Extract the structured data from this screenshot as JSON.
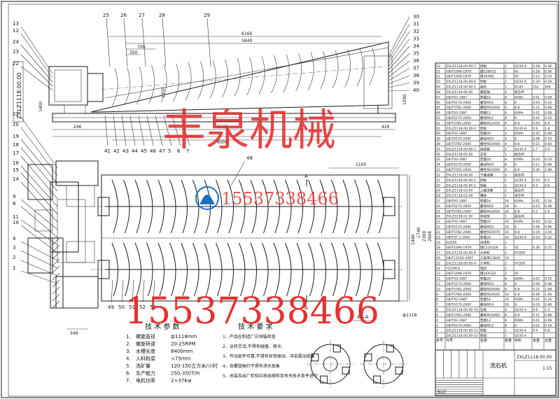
{
  "drawing_number": "ZXLZ1118.00.00",
  "watermark": {
    "company": "丰泉机械",
    "phone": "15537338466",
    "phone_large": "15537338466"
  },
  "elevation_view": {
    "callouts_top": [
      "25",
      "26",
      "27",
      "28",
      "29"
    ],
    "callouts_left": [
      "13",
      "12",
      "24",
      "23",
      "22"
    ],
    "callouts_right": [
      "30",
      "31",
      "32",
      "33",
      "34",
      "35",
      "36",
      "37",
      "38",
      "39",
      "40"
    ],
    "callouts_bottom": [
      "41",
      "42",
      "43",
      "44",
      "45",
      "46",
      "47",
      "5",
      "6",
      "7"
    ],
    "dimensions": [
      "6166",
      "5840",
      "700",
      "350",
      "6148",
      "8006",
      "246",
      "429",
      "1590",
      "1400",
      "1350"
    ]
  },
  "plan_view": {
    "callouts_left": [
      "21",
      "20",
      "19",
      "18",
      "17",
      "16",
      "15",
      "14",
      "9",
      "8",
      "11",
      "10",
      "4",
      "3",
      "2",
      "1"
    ],
    "callouts_bottom": [
      "49",
      "50",
      "51",
      "52",
      "53"
    ],
    "callout_top": "48",
    "section_marks": [
      "A",
      "A"
    ],
    "dimensions": [
      "2100",
      "1440",
      "1740",
      "2300",
      "2606",
      "349"
    ]
  },
  "section_view": {
    "label": "A—A",
    "dimension": "ф1118"
  },
  "tech_params": {
    "title": "技 术 参 数",
    "rows": [
      {
        "no": "1.",
        "name": "螺旋直径",
        "value": "ф1118mm"
      },
      {
        "no": "2.",
        "name": "螺旋转速",
        "value": "20-25RPM"
      },
      {
        "no": "3.",
        "name": "水槽长度",
        "value": "8400mm"
      },
      {
        "no": "4.",
        "name": "入料粒度",
        "value": "<75mm"
      },
      {
        "no": "5.",
        "name": "洗矿量",
        "value": "120-150立方米/小时"
      },
      {
        "no": "6.",
        "name": "生产能力",
        "value": "250-350T/H"
      },
      {
        "no": "7.",
        "name": "电机功率",
        "value": "2×37Kw"
      }
    ]
  },
  "tech_req": {
    "title": "技 术 要 求",
    "rows": [
      "1、产品在制造厂应预装检查",
      "2、运转灵活,不得有碰撞、擦卡;",
      "3、传动部件可靠,不得有异常振动、冲击震动现象",
      "4、各螺旋轴行不得有渗水现象",
      "5、总装及出厂检验应按本图样及有关技术条件进行"
    ]
  },
  "bom": {
    "rows": [
      [
        "53",
        "ZXLZ1118.00.00-7",
        "挡板",
        "2",
        "Q235-A",
        "0.18",
        "0.36"
      ],
      [
        "52",
        "GB/T1096-1979",
        "键C28X55",
        "2",
        "45",
        "0.28",
        "0.56"
      ],
      [
        "51",
        "GB/T1096-1979",
        "键16X60",
        "2",
        "45",
        "0.12",
        "0.24"
      ],
      [
        "50",
        "ZXLZ1118.00.00-6",
        "挡板",
        "2",
        "Q235-A",
        "0.29",
        "0.58"
      ],
      [
        "49",
        "ZXLZ1118.00.00-5",
        "齿轮",
        "2",
        "ZG45",
        "152",
        "304"
      ],
      [
        "48",
        "ZXLZ1118.06.00",
        "螺旋轴",
        "2",
        "组合件",
        "",
        ""
      ],
      [
        "47",
        "GB/T93-1987",
        "垫圈16",
        "8",
        "65Mn",
        "0.01",
        "0.08"
      ],
      [
        "46",
        "GB/T6170-2000",
        "螺母M16",
        "8",
        "8",
        "0.03",
        "0.24"
      ],
      [
        "45",
        "GB/T5782-2000",
        "螺栓M16X60",
        "8",
        "8.8",
        "0.11",
        "0.88"
      ],
      [
        "44",
        "GB/T93-1987",
        "垫圈12",
        "8",
        "65Mn",
        "0.01",
        "0.08"
      ],
      [
        "43",
        "GB/T6170-2000",
        "螺母M12",
        "8",
        "8",
        "0.02",
        "0.16"
      ],
      [
        "42",
        "GB/T5782-2000",
        "螺栓M12X50",
        "8",
        "8.8",
        "0.05",
        "0.4"
      ],
      [
        "41",
        "ZXLZ1118.00.00-4",
        "挡板",
        "2",
        "Q235-A",
        "0.9",
        "1.8"
      ],
      [
        "40",
        "GB/T93-1987",
        "垫圈20",
        "4",
        "65Mn",
        "0.02",
        "0.08"
      ],
      [
        "39",
        "GB/T6170-2000",
        "螺母M20",
        "4",
        "8",
        "0.06",
        "0.24"
      ],
      [
        "38",
        "GB/T5782-2000",
        "螺栓M20X80",
        "4",
        "8.8",
        "0.21",
        "0.84"
      ],
      [
        "37",
        "ZXLZ1118.00.00-3",
        "连接板",
        "2",
        "Q235-A",
        "1.7",
        "3.4"
      ],
      [
        "36",
        "ZXLZ1118.05.00",
        "支架",
        "1",
        "组合件",
        "",
        ""
      ],
      [
        "35",
        "GB/T93-1987",
        "垫圈24",
        "8",
        "65Mn",
        "0.03",
        "0.24"
      ],
      [
        "34",
        "GB/T6170-2000",
        "螺母M24",
        "8",
        "8",
        "0.11",
        "0.88"
      ],
      [
        "33",
        "GB/T5782-2000",
        "螺栓M24X90",
        "8",
        "8.8",
        "0.36",
        "2.88"
      ],
      [
        "32",
        "ZXLZ1118.04.00",
        "下轴承座",
        "2",
        "组合件",
        "",
        ""
      ],
      [
        "31",
        "ZXLZ1118.00.00-2",
        "挡板",
        "2",
        "Q235-A",
        "0.25",
        "0.5"
      ],
      [
        "30",
        "ZXLZ1118.00.00-1",
        "挡板",
        "2",
        "Q235-A",
        "0.3",
        "0.6"
      ],
      [
        "29",
        "ZXLZ1118.03.00",
        "上轴承座",
        "2",
        "组合件",
        "",
        ""
      ],
      [
        "28",
        "ZXLZ1118.02.00",
        "槽体",
        "1",
        "组合件",
        "",
        ""
      ],
      [
        "27",
        "GB/T93-1987",
        "垫圈16",
        "16",
        "65Mn",
        "0.01",
        "0.16"
      ],
      [
        "26",
        "GB/T6170-2000",
        "螺母M16",
        "16",
        "8",
        "0.03",
        "0.48"
      ],
      [
        "25",
        "GB/T5782-2000",
        "螺栓M16X50",
        "16",
        "8.8",
        "0.1",
        "1.6"
      ],
      [
        "24",
        "ZXLZ1118.01.00",
        "传动架",
        "1",
        "组合件",
        "",
        ""
      ],
      [
        "23",
        "GB/T93-1987",
        "垫圈20",
        "16",
        "65Mn",
        "0.02",
        "0.32"
      ],
      [
        "22",
        "GB/T6170-2000",
        "螺母M20",
        "16",
        "8",
        "0.06",
        "0.96"
      ],
      [
        "21",
        "GB/T5782-2000",
        "螺栓M20X70",
        "16",
        "8.8",
        "0.19",
        "3.04"
      ],
      [
        "20",
        "GB/T97.1-2002",
        "垫圈20",
        "16",
        "Q235-A",
        "0.02",
        "0.32"
      ],
      [
        "19",
        "ZQ500",
        "减速机",
        "2",
        "",
        "",
        ""
      ],
      [
        "18",
        "GB/T1096-1979",
        "键C22X100",
        "2",
        "45",
        "0.36",
        "0.72"
      ],
      [
        "17",
        "ZXLZ1118.00.00-8",
        "大带轮",
        "2",
        "HT200",
        "",
        ""
      ],
      [
        "16",
        "GB/T11544-1997",
        "三角带C2845",
        "10",
        "",
        "",
        ""
      ],
      [
        "15",
        "ZXLZ1118.00.00-9",
        "小带轮",
        "2",
        "HT200",
        "",
        ""
      ],
      [
        "14",
        "Y225M-6",
        "电机",
        "2",
        "",
        "",
        ""
      ],
      [
        "13",
        "GB/T1096-1979",
        "键16X110",
        "2",
        "45",
        "",
        ""
      ],
      [
        "12",
        "GB/T93-1987",
        "垫圈20",
        "8",
        "65Mn",
        "0.02",
        "0.16"
      ],
      [
        "11",
        "GB/T6170-2000",
        "螺母M20",
        "8",
        "8",
        "0.06",
        "0.48"
      ],
      [
        "10",
        "GB/T5782-2000",
        "螺栓M20X80",
        "8",
        "8.8",
        "0.21",
        "1.68"
      ],
      [
        "9",
        "GB/T5780-2000",
        "螺栓M16X45",
        "16",
        "4.8",
        "0.09",
        "1.44"
      ],
      [
        "8",
        "GB/T93-1987",
        "垫圈16",
        "16",
        "65Mn",
        "0.01",
        "0.16"
      ],
      [
        "7",
        "GB/T6170-2000",
        "螺母M16",
        "16",
        "8",
        "0.03",
        "0.48"
      ],
      [
        "6",
        "ZXLZ1118.00.00-10",
        "压板",
        "4",
        "Q235-A",
        "0.6",
        "2.4"
      ],
      [
        "5",
        "GB/T5782-2000",
        "螺栓M16X60",
        "8",
        "8.8",
        "0.11",
        "0.88"
      ],
      [
        "4",
        "GB/T93-1987",
        "垫圈12",
        "8",
        "65Mn",
        "0.01",
        "0.08"
      ],
      [
        "3",
        "GB/T6170-2000",
        "螺母M12",
        "8",
        "8",
        "0.02",
        "0.16"
      ],
      [
        "2",
        "ZXLZ1118.00.00-11",
        "挡板",
        "2",
        "Q235-A",
        "0.4",
        "0.8"
      ],
      [
        "1",
        "ZXLZ1118.00.00-12",
        "底座",
        "1",
        "Q235-A",
        "",
        ""
      ]
    ],
    "header": [
      "序号",
      "代号",
      "名称",
      "数量",
      "材料",
      "单重",
      "总重"
    ]
  },
  "title_block": {
    "name": "洗石机",
    "number": "ZXLZ1118.00.00",
    "scale": "1:15",
    "label_label": "标记"
  }
}
